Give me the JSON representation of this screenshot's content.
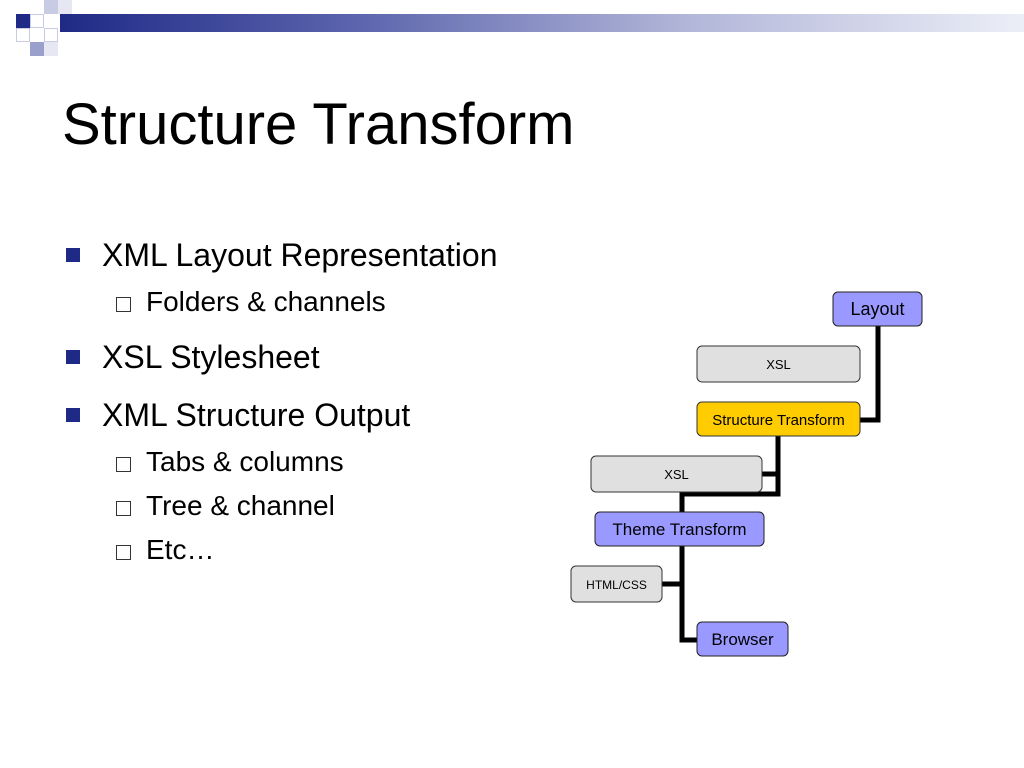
{
  "slide": {
    "title": "Structure Transform",
    "bullets": [
      {
        "text": "XML Layout Representation",
        "sub": [
          "Folders & channels"
        ]
      },
      {
        "text": "XSL Stylesheet",
        "sub": []
      },
      {
        "text": "XML Structure Output",
        "sub": [
          "Tabs & columns",
          "Tree & channel",
          "Etc…"
        ]
      }
    ]
  },
  "diagram": {
    "nodes": [
      {
        "id": "layout",
        "label": "Layout",
        "fill": "#9999ff"
      },
      {
        "id": "xsl1",
        "label": "XSL",
        "fill": "#e0e0e0"
      },
      {
        "id": "structure",
        "label": "Structure Transform",
        "fill": "#ffcc00"
      },
      {
        "id": "xsl2",
        "label": "XSL",
        "fill": "#e0e0e0"
      },
      {
        "id": "theme",
        "label": "Theme Transform",
        "fill": "#9999ff"
      },
      {
        "id": "htmlcss",
        "label": "HTML/CSS",
        "fill": "#e0e0e0"
      },
      {
        "id": "browser",
        "label": "Browser",
        "fill": "#9999ff"
      }
    ]
  },
  "colors": {
    "accent": "#1f2a86"
  }
}
